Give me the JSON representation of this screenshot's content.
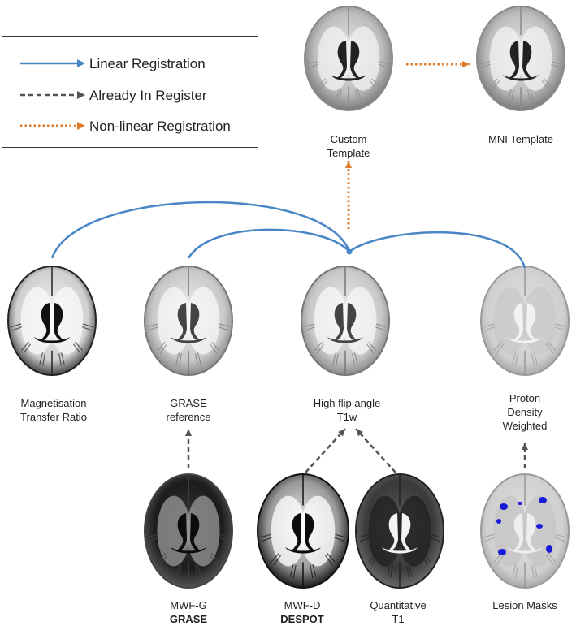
{
  "legend": {
    "items": [
      {
        "label": "Linear Registration",
        "style": "solid",
        "color": "#4a86c5"
      },
      {
        "label": "Already In Register",
        "style": "dashed",
        "color": "#555555"
      },
      {
        "label": "Non-linear Registration",
        "style": "dotted",
        "color": "#e07b2a"
      }
    ]
  },
  "nodes": {
    "custom_template": {
      "line1": "Custom",
      "line2": "Template",
      "style": "template"
    },
    "mni_template": {
      "line1": "MNI Template",
      "style": "template"
    },
    "mtr": {
      "line1": "Magnetisation",
      "line2": "Transfer Ratio",
      "style": "mtr"
    },
    "grase_ref": {
      "line1": "GRASE",
      "line2": "reference",
      "style": "t1"
    },
    "hfa_t1w": {
      "line1": "High flip angle",
      "line2": "T1w",
      "style": "t1"
    },
    "pdw": {
      "line1": "Proton",
      "line2": "Density",
      "line3": "Weighted",
      "style": "pd"
    },
    "mwf_g": {
      "line1": "MWF-G",
      "line2": "GRASE",
      "style": "mwfg"
    },
    "mwf_d": {
      "line1": "MWF-D",
      "line2": "DESPOT",
      "style": "mwfd"
    },
    "qt1": {
      "line1": "Quantitative",
      "line2": "T1",
      "style": "qt1"
    },
    "lesion": {
      "line1": "Lesion Masks",
      "style": "lesion"
    }
  },
  "colors": {
    "linear": "#4a86c5",
    "already": "#555555",
    "nonlinear": "#e07b2a",
    "lesion": "#1a1adb"
  }
}
